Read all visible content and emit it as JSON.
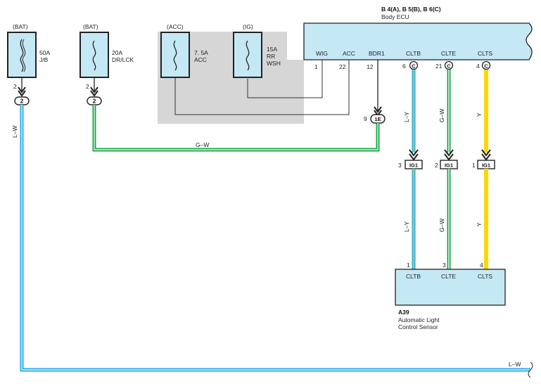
{
  "fuses": [
    {
      "source": "(BAT)",
      "rating": "50A",
      "name": "J/B",
      "pin": "2",
      "conn": "2"
    },
    {
      "source": "(BAT)",
      "rating": "20A",
      "name": "DR/LCK",
      "pin": "2",
      "conn": "2"
    },
    {
      "source": "(ACC)",
      "rating": "7. 5A",
      "name": "ACC"
    },
    {
      "source": "(IG)",
      "rating": "15A",
      "name": "RR",
      "name2": "WSH"
    }
  ],
  "ecu": {
    "code": "B 4(A), B 5(B), B 6(C)",
    "name": "Body ECU",
    "terminals": [
      {
        "label": "WIG",
        "pin": "1"
      },
      {
        "label": "ACC",
        "pin": "22"
      },
      {
        "label": "BDR1",
        "pin": "12"
      },
      {
        "label": "CLTB",
        "pin": "6",
        "conn": "C"
      },
      {
        "label": "CLTE",
        "pin": "21",
        "conn": "C"
      },
      {
        "label": "CLTS",
        "pin": "4",
        "conn": "C"
      }
    ]
  },
  "junction_1e": {
    "pin": "9",
    "conn": "1E"
  },
  "ig1": [
    {
      "pin": "3",
      "conn": "IG1"
    },
    {
      "pin": "2",
      "conn": "IG1"
    },
    {
      "pin": "1",
      "conn": "IG1"
    }
  ],
  "sensor": {
    "code": "A39",
    "name_line1": "Automatic Light",
    "name_line2": "Control Sensor",
    "terminals": [
      {
        "label": "CLTB",
        "pin": "1"
      },
      {
        "label": "CLTE",
        "pin": "3"
      },
      {
        "label": "CLTS",
        "pin": "4"
      }
    ]
  },
  "wires": {
    "lw": "L–W",
    "gw": "G–W",
    "ly": "L–Y",
    "y": "Y"
  },
  "colors": {
    "L-W": "#29abe2",
    "G-W": "#1aa84a",
    "L-Y": "#29abe2",
    "Y": "#ffd700",
    "stripe": "#ffffff",
    "ecu_fill": "#c5e8f5",
    "shade": "#d6d6d6"
  }
}
